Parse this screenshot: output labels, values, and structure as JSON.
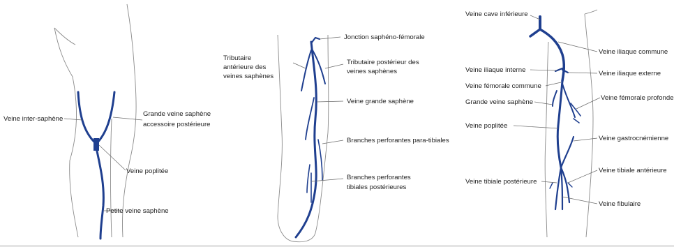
{
  "colors": {
    "vein": "#1f3f8f",
    "outline": "#8a8a8a",
    "leader": "#6c6c6c",
    "text": "#222222"
  },
  "panel_left": {
    "labels": {
      "inter_saphene": "Veine inter-saphène",
      "grande_accessoire_1": "Grande veine saphène",
      "grande_accessoire_2": "accessoire postérieure",
      "poplitee": "Veine poplitée",
      "petite_saphene": "Petite veine saphène"
    }
  },
  "panel_middle": {
    "labels": {
      "tributaire_anterieure_1": "Tributaire",
      "tributaire_anterieure_2": "antérieure des",
      "tributaire_anterieure_3": "veines saphènes",
      "jonction": "Jonction saphéno-fémorale",
      "tributaire_posterieur_1": "Tributaire postérieur des",
      "tributaire_posterieur_2": "veines saphènes",
      "grande_saphene": "Veine grande saphène",
      "para_tibiales": "Branches perforantes para-tibiales",
      "tibiales_post_1": "Branches perforantes",
      "tibiales_post_2": "tibiales postérieures"
    }
  },
  "panel_right": {
    "labels": {
      "cave_inferieure": "Veine cave inférieure",
      "iliaque_commune": "Veine iliaque commune",
      "iliaque_interne": "Veine iliaque interne",
      "iliaque_externe": "Veine iliaque externe",
      "femorale_commune": "Veine fémorale commune",
      "femorale_profonde": "Veine fémorale profonde",
      "grande_saphene": "Grande veine saphène",
      "poplitee": "Veine poplitée",
      "gastrocnemienne": "Veine gastrocnémienne",
      "tibiale_anterieure": "Veine tibiale antérieure",
      "tibiale_posterieure": "Veine tibiale postérieure",
      "fibulaire": "Veine fibulaire"
    }
  }
}
